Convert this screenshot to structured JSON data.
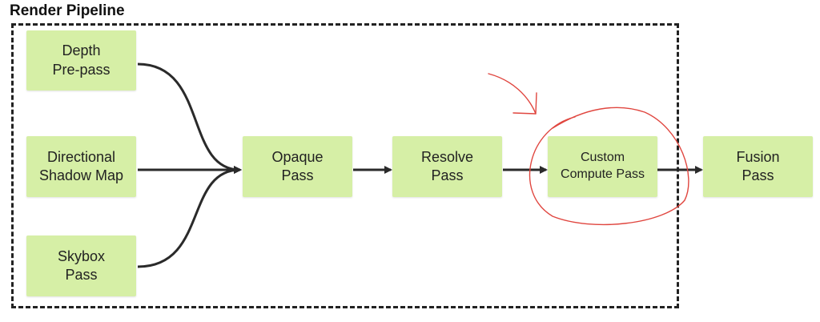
{
  "diagram": {
    "title": "Render Pipeline",
    "nodes": {
      "depth": "Depth\nPre-pass",
      "shadow": "Directional\nShadow Map",
      "skybox": "Skybox\nPass",
      "opaque": "Opaque\nPass",
      "resolve": "Resolve\nPass",
      "custom": "Custom\nCompute Pass",
      "fusion": "Fusion\nPass"
    },
    "colors": {
      "node_fill": "#d6efa6",
      "edge": "#2a2a2a",
      "annotation": "#e0463f"
    },
    "edges": [
      {
        "from": "depth",
        "to": "opaque"
      },
      {
        "from": "shadow",
        "to": "opaque"
      },
      {
        "from": "skybox",
        "to": "opaque"
      },
      {
        "from": "opaque",
        "to": "resolve"
      },
      {
        "from": "resolve",
        "to": "custom"
      },
      {
        "from": "custom",
        "to": "fusion"
      }
    ],
    "annotation": "red hand-drawn circle with arrow around Custom Compute Pass"
  }
}
